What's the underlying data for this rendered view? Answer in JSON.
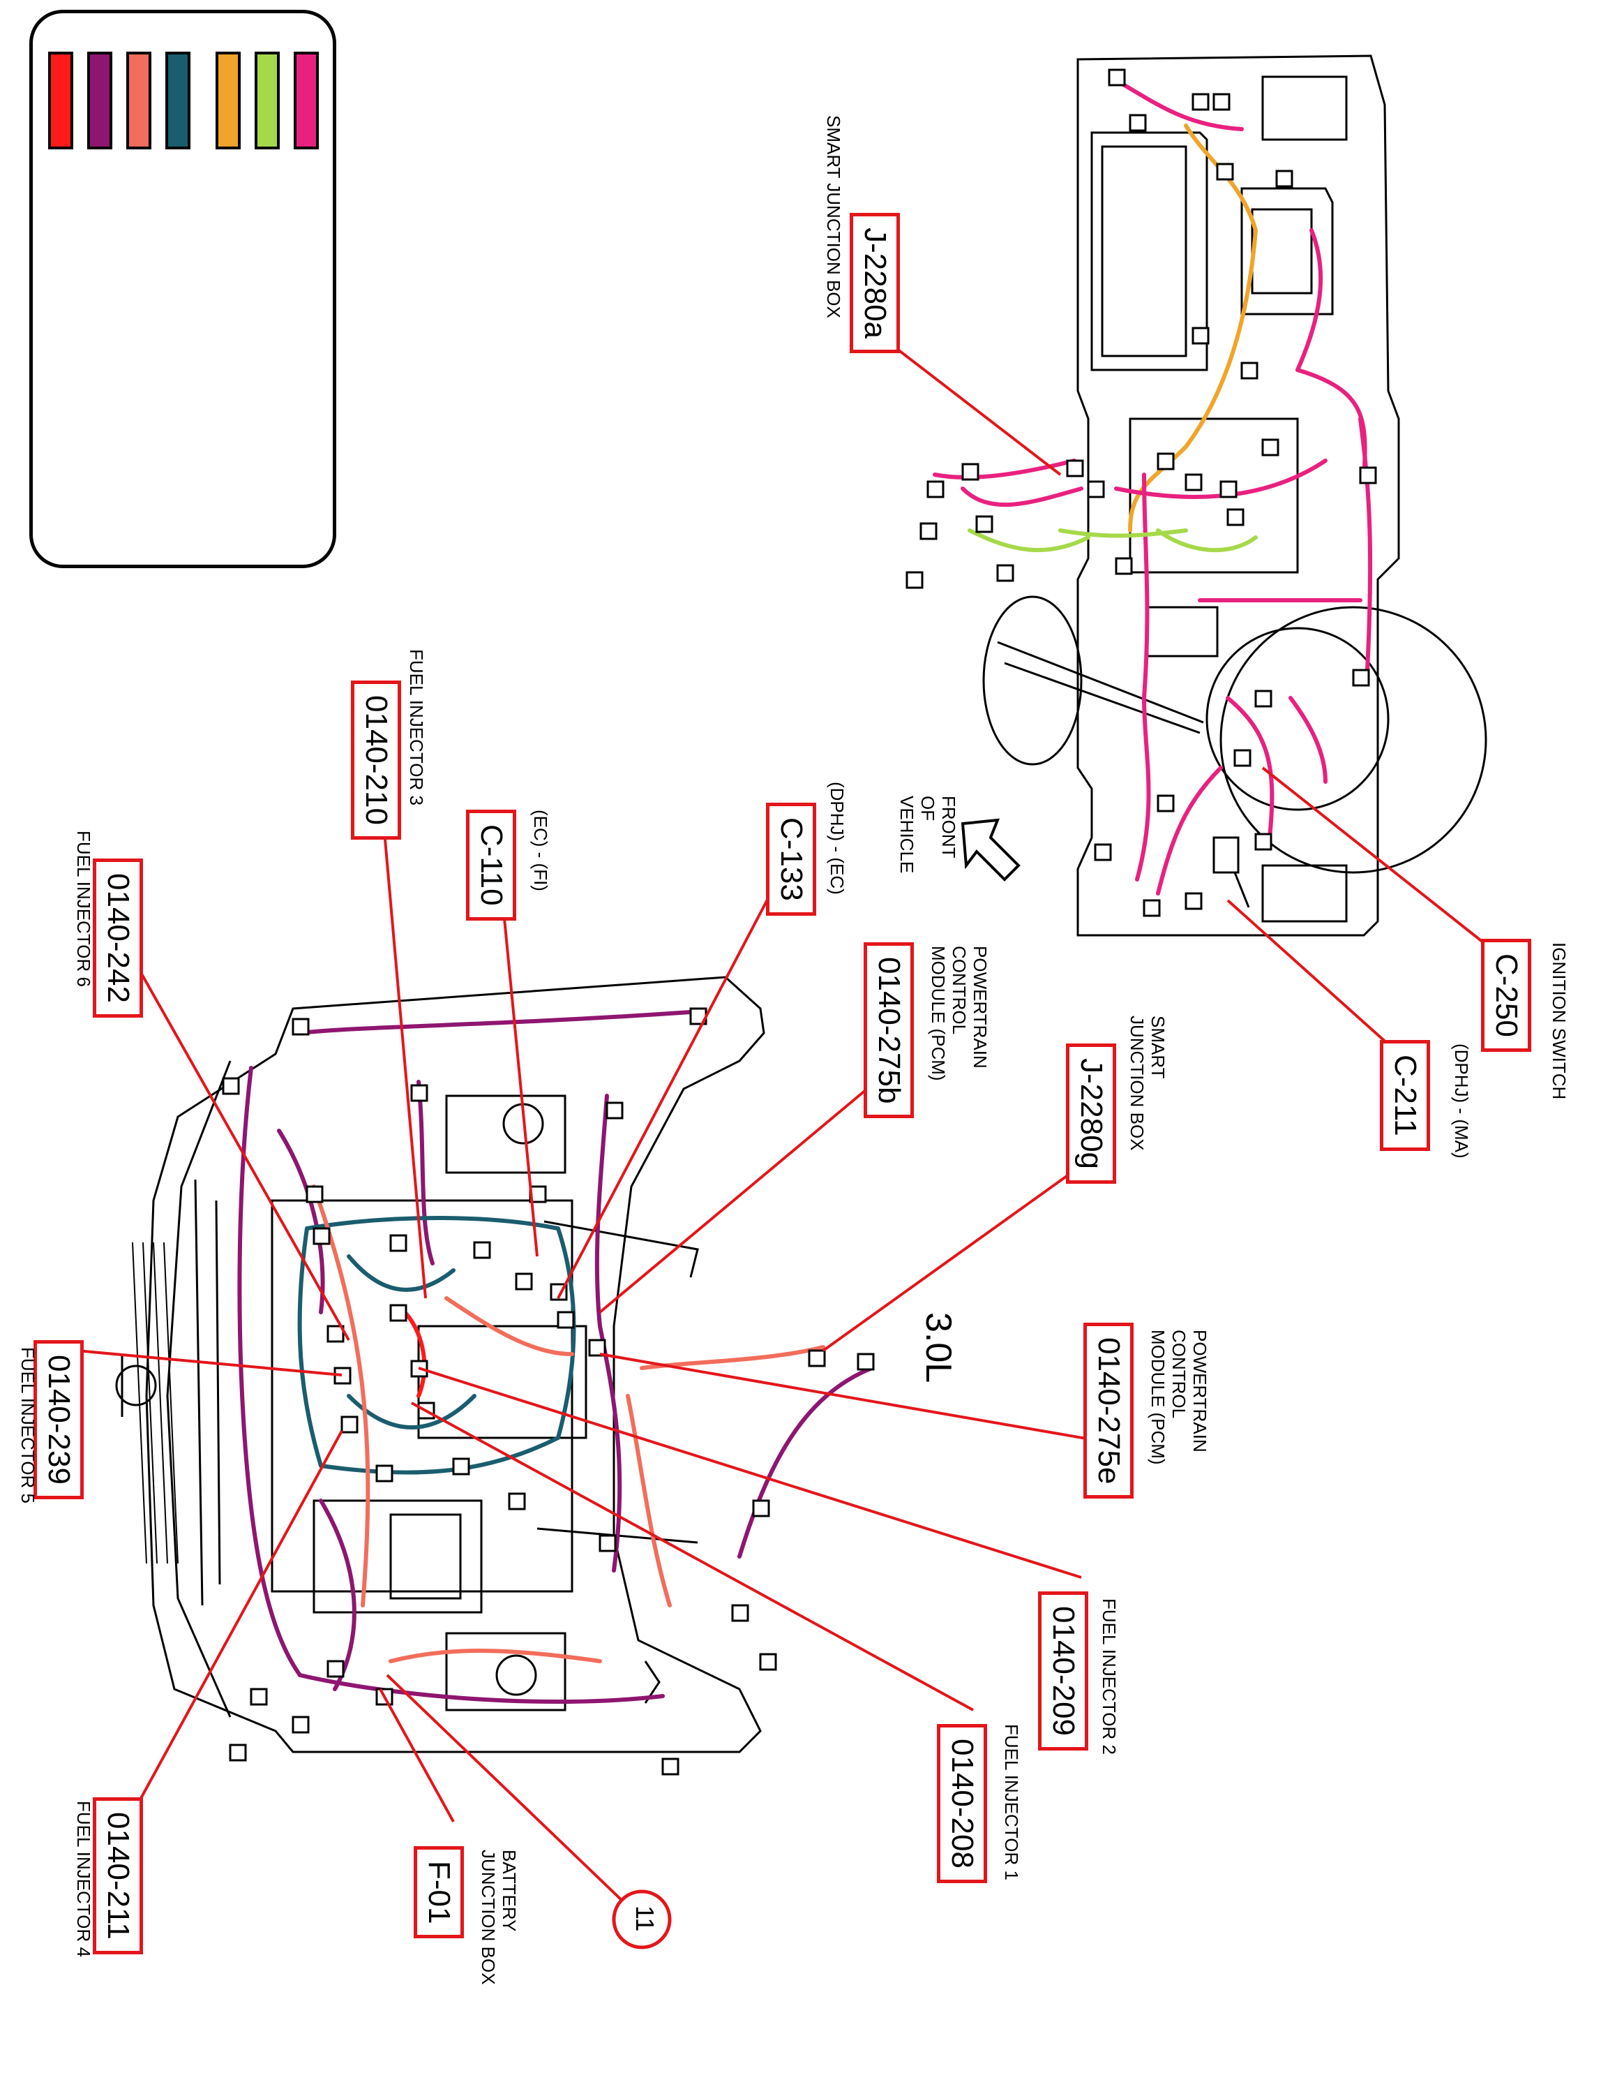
{
  "legend": {
    "colors": [
      "#ff1a1a",
      "#8e1670",
      "#f26d5b",
      "#1a5d6e",
      "#f0a52a",
      "#a6d94a",
      "#e8217f"
    ]
  },
  "engine_label": "3.0L",
  "front_of_vehicle": [
    "FRONT",
    "OF",
    "VEHICLE"
  ],
  "callouts": {
    "j2280a": {
      "id": "J-2280a",
      "desc": [
        "SMART JUNCTION BOX"
      ]
    },
    "c250": {
      "id": "C-250",
      "desc": [
        "IGNITION SWITCH"
      ]
    },
    "c211": {
      "id": "C-211",
      "desc": [
        "(DPHJ) - (MA)"
      ]
    },
    "j2280g": {
      "id": "J-2280g",
      "desc": [
        "SMART",
        "JUNCTION BOX"
      ]
    },
    "p275b": {
      "id": "0140-275b",
      "desc": [
        "POWERTRAIN",
        "CONTROL",
        "MODULE (PCM)"
      ]
    },
    "c133": {
      "id": "C-133",
      "desc": [
        "(DPHJ) - (EC)"
      ]
    },
    "c110": {
      "id": "C-110",
      "desc": [
        "(EC) - (FI)"
      ]
    },
    "p210": {
      "id": "0140-210",
      "desc": [
        "FUEL INJECTOR 3"
      ]
    },
    "p242": {
      "id": "0140-242",
      "desc": [
        "FUEL INJECTOR 6"
      ]
    },
    "p239": {
      "id": "0140-239",
      "desc": [
        "FUEL INJECTOR 5"
      ]
    },
    "p275e": {
      "id": "0140-275e",
      "desc": [
        "POWERTRAIN",
        "CONTROL",
        "MODULE (PCM)"
      ]
    },
    "p209": {
      "id": "0140-209",
      "desc": [
        "FUEL INJECTOR 2"
      ]
    },
    "p208": {
      "id": "0140-208",
      "desc": [
        "FUEL INJECTOR 1"
      ]
    },
    "p211": {
      "id": "0140-211",
      "desc": [
        "FUEL INJECTOR 4"
      ]
    },
    "f01": {
      "id": "F-01",
      "desc": [
        "BATTERY",
        "JUNCTION BOX"
      ]
    },
    "circle11": {
      "id": "11"
    }
  }
}
